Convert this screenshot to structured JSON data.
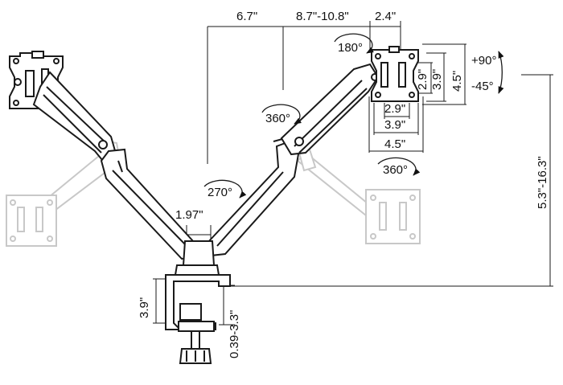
{
  "diagram": {
    "dimensions": {
      "top_left_span": "6.7\"",
      "top_mid_span": "8.7\"-10.8\"",
      "top_right_span": "2.4\"",
      "vesa_height_inner": "2.9\"",
      "vesa_height_mid": "3.9\"",
      "vesa_height_outer": "4.5\"",
      "vesa_width_inner": "2.9\"",
      "vesa_width_mid": "3.9\"",
      "vesa_width_outer": "4.5\"",
      "height_range": "5.3\"-16.3\"",
      "column_spacing": "1.97\"",
      "clamp_height": "3.9\"",
      "clamp_range": "0.39-3.3\""
    },
    "rotations": {
      "top_swivel": "180°",
      "mid_swivel": "360°",
      "base_swivel": "270°",
      "right_arm_swivel": "360°"
    },
    "tilt": {
      "up": "+90°",
      "down": "-45°"
    },
    "colors": {
      "line": "#1a1a1a",
      "ghost": "#c8c8c8",
      "fill": "#ffffff"
    }
  }
}
